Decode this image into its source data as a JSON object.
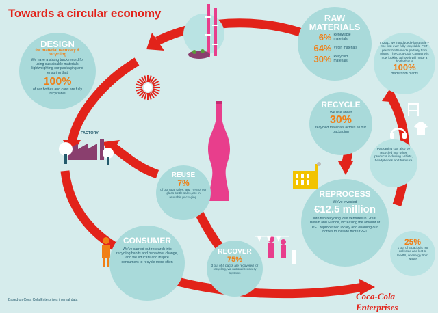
{
  "title": "Towards a circular economy",
  "design": {
    "heading": "DESIGN",
    "subheading": "for material recovery & recycling",
    "text": "We have a strong track record for using sustainable materials, lightweighting our packaging and ensuring that",
    "stat": "100%",
    "stat_text": "of our bottles and cans are fully recyclable"
  },
  "raw_materials": {
    "heading_line1": "RAW",
    "heading_line2": "MATERIALS",
    "rows": [
      {
        "pct": "6%",
        "label": "Renewable materials"
      },
      {
        "pct": "64%",
        "label": "Virgin materials"
      },
      {
        "pct": "30%",
        "label": "Recycled materials"
      }
    ]
  },
  "plantbottle": {
    "text": "In 2011 we introduced PlantBottle – the first-ever fully recyclable PET plastic bottle made partially from plants. The Coca-Cola Company is now looking at how it will make a bottle that is",
    "stat": "100%",
    "stat_text": "made from plants"
  },
  "recycle": {
    "heading": "RECYCLE",
    "text": "We use about",
    "stat": "30%",
    "stat_text": "recycled materials across all our packaging"
  },
  "packaging": {
    "text": "Packaging can also be recycled into other products including t-shirts, headphones and furniture"
  },
  "reprocess": {
    "heading": "REPROCESS",
    "text": "We've invested",
    "stat": "€12.5 million",
    "stat_text": "into two recycling joint ventures in Great Britain and France, increasing the amount of PET reprocessed locally and enabling our bottles to include more rPET"
  },
  "landfill": {
    "stat": "25%",
    "text": "1 out of 4 packs is not collected and lost to landfill, or energy from waste"
  },
  "recover": {
    "heading": "RECOVER",
    "stat": "75%",
    "text": "3 out of 4 packs are recovered for recycling, via national recovery systems"
  },
  "reuse": {
    "heading": "REUSE",
    "stat": "7%",
    "text": "of our total sales, and 75% of our glass bottle sales, are in reusable packaging."
  },
  "consumer": {
    "heading": "CONSUMER",
    "text": "We've carried out research into recycling habits and behaviour change, and we educate and inspire consumers to recycle more often"
  },
  "factory_label": "FACTORY",
  "footnote": "Based on Coca Cola Enterprises internal data",
  "brand": "Coca-Cola Enterprises",
  "colors": {
    "background": "#d6ecec",
    "circle": "#a9dada",
    "arrow": "#e2231a",
    "accent": "#f07f16",
    "bottle": "#e83e8c",
    "text": "#245a6c"
  },
  "icons": [
    "bottle-icon",
    "factory-icon",
    "tree-icon",
    "consumer-icon",
    "family-icon",
    "headphones-icon",
    "tshirt-icon",
    "chair-icon",
    "recycling-plant-icon",
    "sugarcane-icon",
    "circular-arrows"
  ]
}
